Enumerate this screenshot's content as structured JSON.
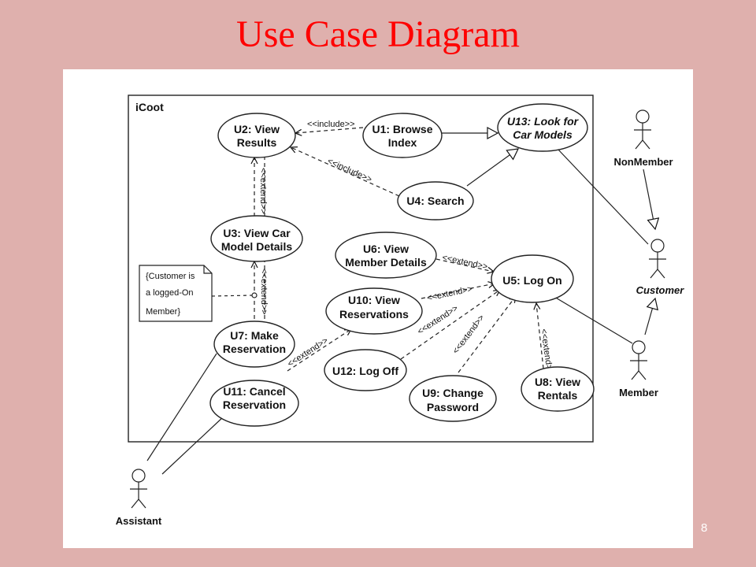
{
  "slide": {
    "title": "Use Case Diagram",
    "page_number": "8",
    "background_color": "#dfb0ad",
    "title_color": "#ff0000"
  },
  "diagram": {
    "system_name": "iCoot",
    "use_cases": {
      "u1": [
        "U1: Browse",
        "Index"
      ],
      "u2": [
        "U2: View",
        "Results"
      ],
      "u3": [
        "U3: View Car",
        "Model Details"
      ],
      "u4": [
        "U4: Search"
      ],
      "u5": [
        "U5: Log On"
      ],
      "u6": [
        "U6: View",
        "Member Details"
      ],
      "u7": [
        "U7: Make",
        "Reservation"
      ],
      "u8": [
        "U8: View",
        "Rentals"
      ],
      "u9": [
        "U9: Change",
        "Password"
      ],
      "u10": [
        "U10: View",
        "Reservations"
      ],
      "u11": [
        "U11: Cancel",
        "Reservation"
      ],
      "u12": [
        "U12: Log Off"
      ],
      "u13": [
        "U13: Look for",
        "Car Models"
      ]
    },
    "actors": {
      "nonmember": "NonMember",
      "customer": "Customer",
      "member": "Member",
      "assistant": "Assistant"
    },
    "relations": {
      "include": "<<include>>",
      "extend": "<<extend>>"
    },
    "note": [
      "{Customer is",
      "a logged-On",
      "Member}"
    ]
  }
}
